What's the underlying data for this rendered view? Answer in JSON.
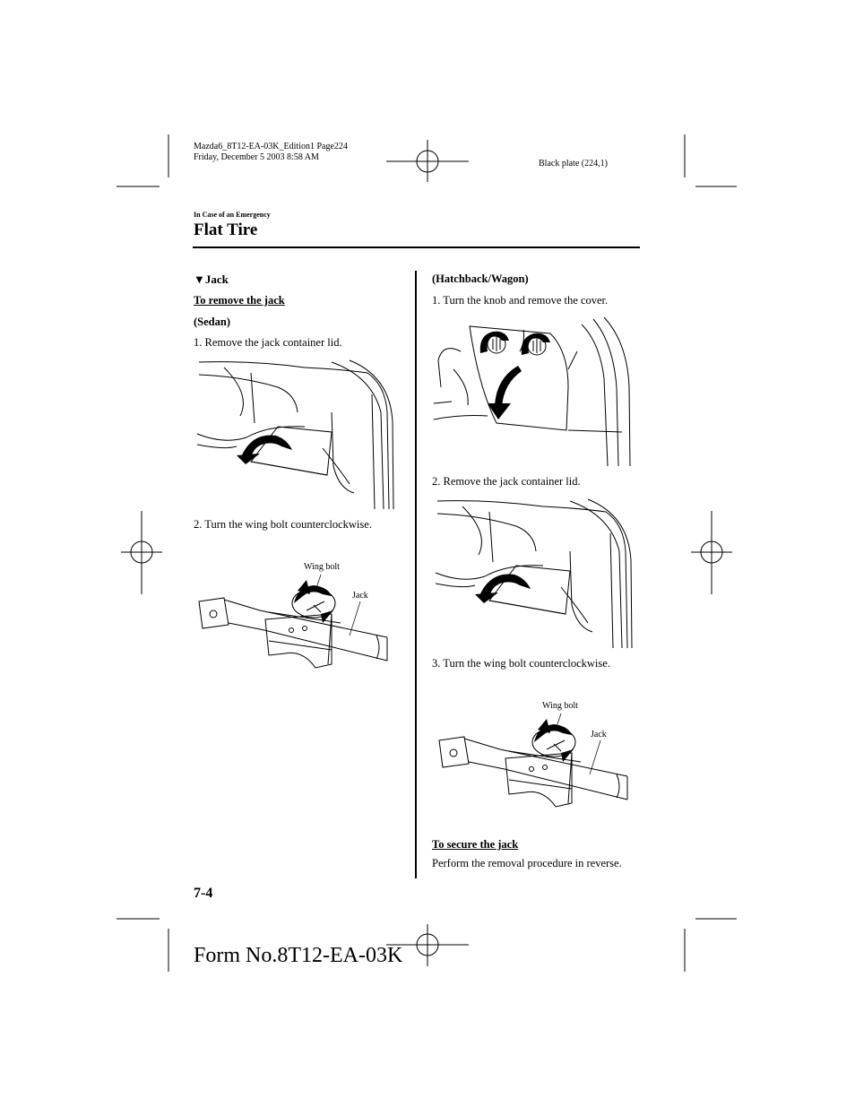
{
  "header": {
    "file_line1": "Mazda6_8T12-EA-03K_Edition1 Page224",
    "file_line2": "Friday, December 5 2003 8:58 AM",
    "plate": "Black plate (224,1)"
  },
  "section": "In Case of an Emergency",
  "title": "Flat Tire",
  "left": {
    "heading_marker": "▼",
    "heading": "Jack",
    "remove_heading": "To remove the jack",
    "sedan_label": "(Sedan)",
    "step1": "1.  Remove the jack container lid.",
    "step2": "2.  Turn the wing bolt counterclockwise.",
    "fig_wing_bolt": "Wing bolt",
    "fig_jack": "Jack"
  },
  "right": {
    "hatch_label": "(Hatchback/Wagon)",
    "step1": "1.  Turn the knob and remove the cover.",
    "step2": "2.  Remove the jack container lid.",
    "step3": "3.  Turn the wing bolt counterclockwise.",
    "fig_wing_bolt": "Wing bolt",
    "fig_jack": "Jack",
    "secure_heading": "To secure the jack",
    "secure_text": "Perform the removal procedure in reverse."
  },
  "page_number": "7-4",
  "form_number": "Form No.8T12-EA-03K"
}
